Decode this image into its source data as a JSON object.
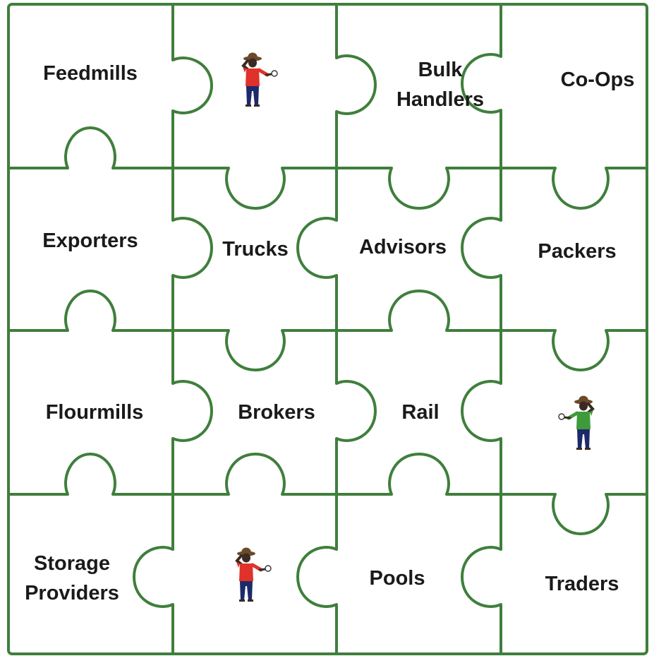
{
  "diagram": {
    "line_color": "#3f7f3c",
    "pieces": [
      {
        "id": "feedmills",
        "lines": [
          "Feedmills"
        ]
      },
      {
        "id": "farmer-top",
        "icon": "farmer-phone-icon",
        "shirt_color": "#e0322a"
      },
      {
        "id": "bulk-handlers",
        "lines": [
          "Bulk",
          "Handlers"
        ]
      },
      {
        "id": "co-ops",
        "lines": [
          "Co-Ops"
        ]
      },
      {
        "id": "exporters",
        "lines": [
          "Exporters"
        ]
      },
      {
        "id": "trucks",
        "lines": [
          "Trucks"
        ]
      },
      {
        "id": "advisors",
        "lines": [
          "Advisors"
        ]
      },
      {
        "id": "packers",
        "lines": [
          "Packers"
        ]
      },
      {
        "id": "flourmills",
        "lines": [
          "Flourmills"
        ]
      },
      {
        "id": "brokers",
        "lines": [
          "Brokers"
        ]
      },
      {
        "id": "rail",
        "lines": [
          "Rail"
        ]
      },
      {
        "id": "farmer-right",
        "icon": "farmer-phone-icon",
        "shirt_color": "#3f9a3c"
      },
      {
        "id": "storage-providers",
        "lines": [
          "Storage",
          "Providers"
        ]
      },
      {
        "id": "farmer-bottom",
        "icon": "farmer-phone-icon",
        "shirt_color": "#e0322a"
      },
      {
        "id": "pools",
        "lines": [
          "Pools"
        ]
      },
      {
        "id": "traders",
        "lines": [
          "Traders"
        ]
      }
    ]
  }
}
